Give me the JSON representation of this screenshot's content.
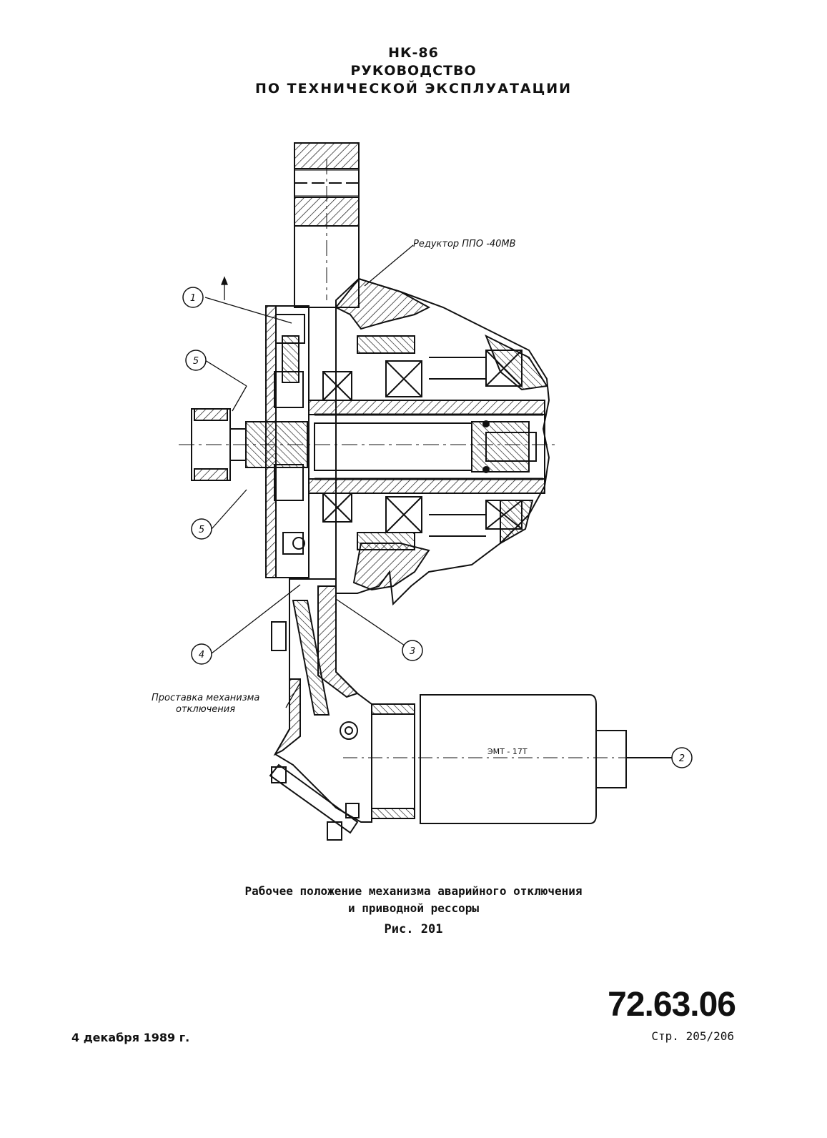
{
  "header": {
    "line1": "НК-86",
    "line2": "РУКОВОДСТВО",
    "line3": "ПО ТЕХНИЧЕСКОЙ ЭКСПЛУАТАЦИИ"
  },
  "drawing": {
    "label_reducer": "Редуктор ППО -40МВ",
    "label_spacer_1": "Проставка механизма",
    "label_spacer_2": "отключения",
    "label_motor": "ЭМТ - 17Т",
    "callouts": [
      "1",
      "5",
      "5",
      "4",
      "3",
      "2"
    ]
  },
  "caption": {
    "line1": "Рабочее положение механизма аварийного отключения",
    "line2": "и приводной рессоры",
    "figure": "Рис. 201"
  },
  "footer": {
    "doc_number": "72.63.06",
    "page": "Стр. 205/206",
    "date": "4 декабря 1989 г."
  }
}
